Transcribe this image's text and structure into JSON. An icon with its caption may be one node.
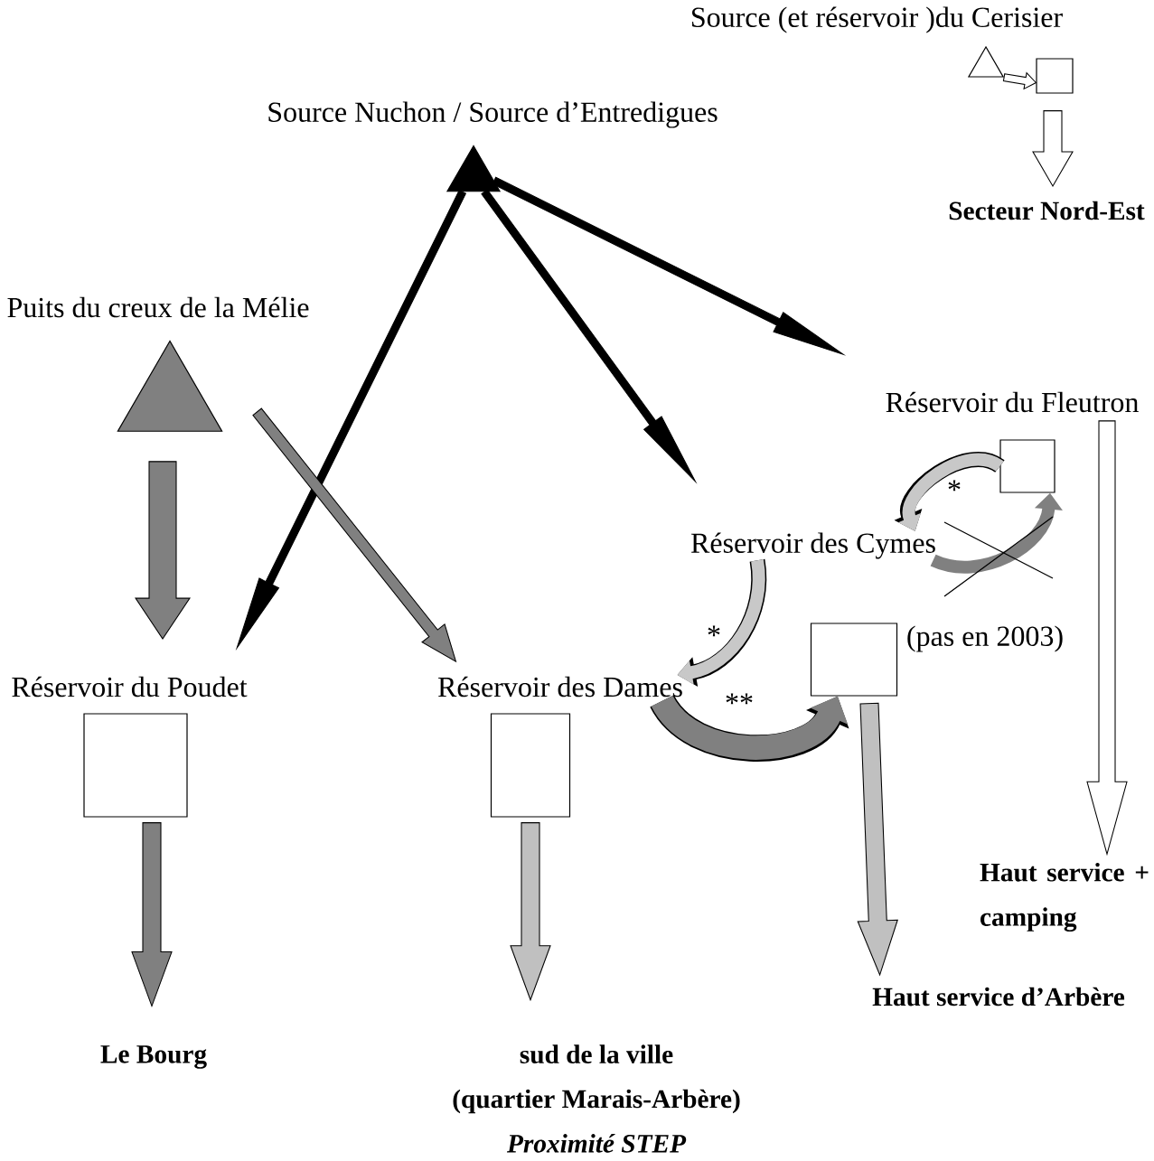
{
  "diagram": {
    "nodes": [
      {
        "text": [
          "Source (et réservoir )du Cerisier"
        ]
      },
      {
        "text": [],
        "shape": "box"
      },
      {
        "text": [
          "Secteur Nord-Est"
        ]
      },
      {
        "text": [
          "Source Nuchon / Source d’Entredigues"
        ]
      },
      {
        "text": [
          "Puits du creux de la Mélie"
        ]
      },
      {
        "text": [
          "Réservoir du Fleutron"
        ]
      },
      {
        "text": [
          "Réservoir des Cymes"
        ],
        "beside": [
          "(pas en 2003)"
        ]
      },
      {
        "text": [
          "Réservoir du Poudet"
        ]
      },
      {
        "text": [
          "Réservoir des Dames"
        ]
      },
      {
        "text": [
          "Le Bourg"
        ]
      },
      {
        "text": [
          "sud de la ville",
          "(quartier Marais-Arbère)",
          "Proximité STEP"
        ]
      },
      {
        "text": [
          "Haut service d’Arbère"
        ]
      },
      {
        "text": [
          "Haut service + camping"
        ]
      }
    ],
    "edges": [
      {
        "from": 0,
        "to": 1,
        "arrow": "to",
        "color": "#ffffff"
      },
      {
        "from": 1,
        "to": 2,
        "arrow": "to",
        "color": "#ffffff"
      },
      {
        "from": 3,
        "to": 7,
        "arrow": "to",
        "color": "#000000"
      },
      {
        "from": 3,
        "to": 6,
        "arrow": "to",
        "color": "#000000"
      },
      {
        "from": 3,
        "to": 5,
        "arrow": "to",
        "color": "#000000"
      },
      {
        "from": 4,
        "to": 7,
        "arrow": "to",
        "color": "#808080"
      },
      {
        "from": 4,
        "to": 8,
        "arrow": "to",
        "color": "#808080"
      },
      {
        "from": 5,
        "to": 6,
        "arrow": "to",
        "color": "#c8c8c8",
        "label": "*"
      },
      {
        "from": 6,
        "to": 8,
        "arrow": "to",
        "color": "#c8c8c8",
        "label": "*"
      },
      {
        "from": 8,
        "to": 6,
        "arrow": "to",
        "color": "#808080",
        "label": "**",
        "style": "thick"
      },
      {
        "from": 6,
        "to": 5,
        "arrow": "to",
        "color": "#808080"
      },
      {
        "from": 7,
        "to": 9,
        "arrow": "to",
        "color": "#808080"
      },
      {
        "from": 8,
        "to": 10,
        "arrow": "to",
        "color": "#c0c0c0"
      },
      {
        "from": 6,
        "to": 11,
        "arrow": "to",
        "color": "#c0c0c0"
      },
      {
        "from": 5,
        "to": 12,
        "arrow": "to",
        "color": "#ffffff"
      }
    ]
  }
}
